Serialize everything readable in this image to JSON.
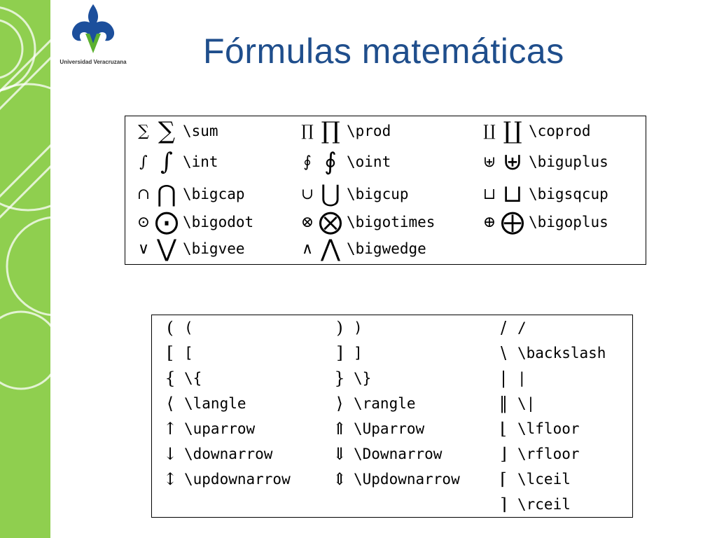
{
  "slide": {
    "title": "Fórmulas matemáticas",
    "logo_caption": "Universidad Veracruzana"
  },
  "colors": {
    "band": "#8fcf4f",
    "title": "#1f4e8c",
    "logo_blue": "#1c4f9c",
    "logo_green": "#5cb130"
  },
  "big_operators": [
    [
      {
        "small": "∑",
        "large": "∑",
        "command": "\\sum"
      },
      {
        "small": "∏",
        "large": "∏",
        "command": "\\prod"
      },
      {
        "small": "∐",
        "large": "∐",
        "command": "\\coprod"
      }
    ],
    [
      {
        "small": "∫",
        "large": "∫",
        "command": "\\int"
      },
      {
        "small": "∮",
        "large": "∮",
        "command": "\\oint"
      },
      {
        "small": "⊎",
        "large": "⊎",
        "command": "\\biguplus"
      }
    ],
    [
      {
        "small": "∩",
        "large": "⋂",
        "command": "\\bigcap"
      },
      {
        "small": "∪",
        "large": "⋃",
        "command": "\\bigcup"
      },
      {
        "small": "⊔",
        "large": "⊔",
        "command": "\\bigsqcup"
      }
    ],
    [
      {
        "small": "⊙",
        "large": "⨀",
        "command": "\\bigodot"
      },
      {
        "small": "⊗",
        "large": "⨂",
        "command": "\\bigotimes"
      },
      {
        "small": "⊕",
        "large": "⨁",
        "command": "\\bigoplus"
      }
    ],
    [
      {
        "small": "∨",
        "large": "⋁",
        "command": "\\bigvee"
      },
      {
        "small": "∧",
        "large": "⋀",
        "command": "\\bigwedge"
      }
    ]
  ],
  "delimiters": [
    [
      {
        "symbol": "(",
        "command": "("
      },
      {
        "symbol": ")",
        "command": ")"
      },
      {
        "symbol": "/",
        "command": "/"
      }
    ],
    [
      {
        "symbol": "[",
        "command": "["
      },
      {
        "symbol": "]",
        "command": "]"
      },
      {
        "symbol": "\\",
        "command": "\\backslash"
      }
    ],
    [
      {
        "symbol": "{",
        "command": "\\{"
      },
      {
        "symbol": "}",
        "command": "\\}"
      },
      {
        "symbol": "|",
        "command": "|"
      }
    ],
    [
      {
        "symbol": "⟨",
        "command": "\\langle"
      },
      {
        "symbol": "⟩",
        "command": "\\rangle"
      },
      {
        "symbol": "‖",
        "command": "\\|"
      }
    ],
    [
      {
        "symbol": "↑",
        "command": "\\uparrow"
      },
      {
        "symbol": "⇑",
        "command": "\\Uparrow"
      },
      {
        "symbol": "⌊",
        "command": "\\lfloor"
      }
    ],
    [
      {
        "symbol": "↓",
        "command": "\\downarrow"
      },
      {
        "symbol": "⇓",
        "command": "\\Downarrow"
      },
      {
        "symbol": "⌋",
        "command": "\\rfloor"
      }
    ],
    [
      {
        "symbol": "↕",
        "command": "\\updownarrow"
      },
      {
        "symbol": "⇕",
        "command": "\\Updownarrow"
      },
      {
        "symbol": "⌈",
        "command": "\\lceil"
      }
    ],
    [
      null,
      null,
      {
        "symbol": "⌉",
        "command": "\\rceil"
      }
    ]
  ]
}
